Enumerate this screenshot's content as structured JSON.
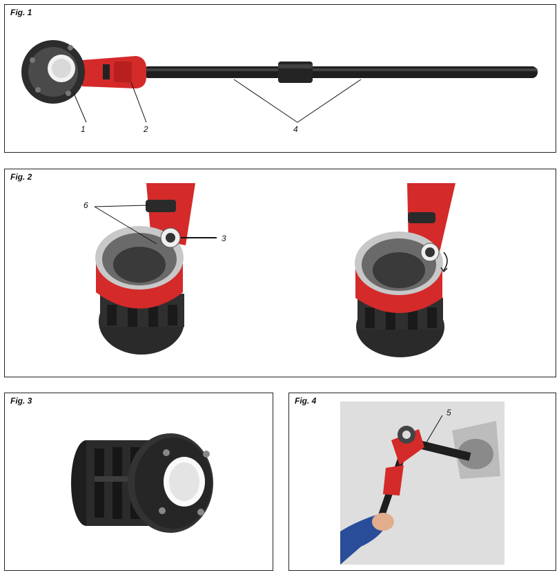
{
  "figures": [
    {
      "label": "Fig. 1",
      "callouts": [
        "1",
        "2",
        "4"
      ]
    },
    {
      "label": "Fig. 2",
      "callouts": [
        "6",
        "3"
      ]
    },
    {
      "label": "Fig. 3",
      "callouts": []
    },
    {
      "label": "Fig. 4",
      "callouts": [
        "5"
      ]
    }
  ],
  "colors": {
    "tool_red": "#d42a2a",
    "tool_dark": "#2a2a2a",
    "wall": "#dedede"
  }
}
